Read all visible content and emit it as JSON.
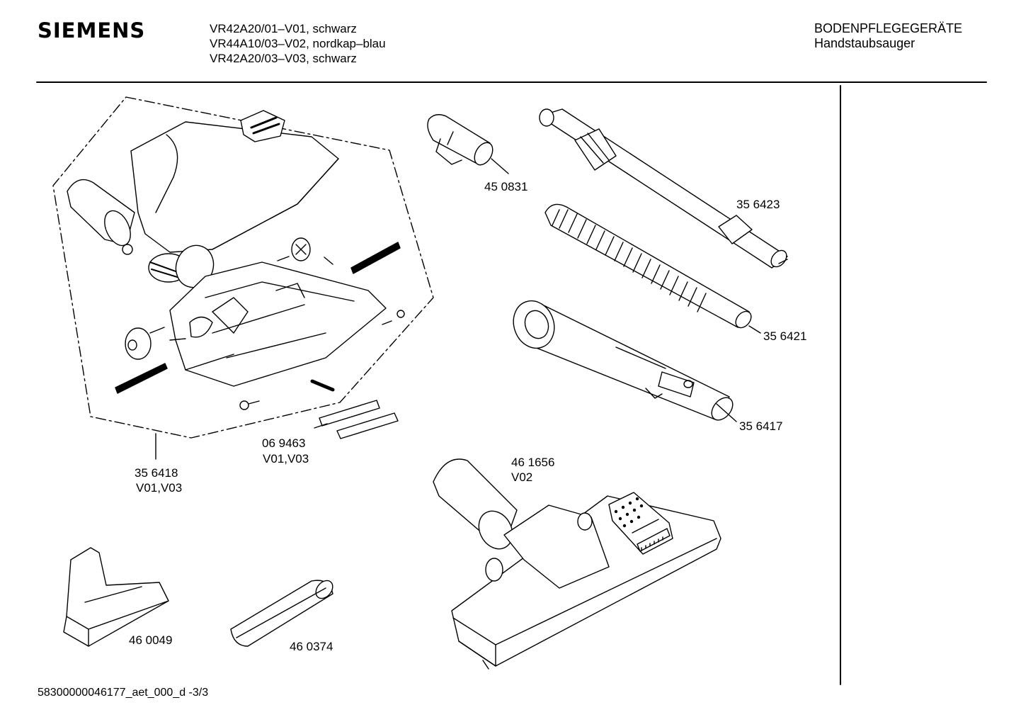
{
  "header": {
    "brand": "SIEMENS",
    "models": [
      "VR42A20/01–V01, schwarz",
      "VR44A10/03–V02, nordkap–blau",
      "VR42A20/03–V03, schwarz"
    ],
    "category": "BODENPFLEGEGERÄTE",
    "subcategory": "Handstaubsauger"
  },
  "parts": {
    "p450831": "45 0831",
    "p356423": "35 6423",
    "p356421": "35 6421",
    "p356417": "35 6417",
    "p356418": "35 6418",
    "p356418_variant": "V01,V03",
    "p069463": "06 9463",
    "p069463_variant": "V01,V03",
    "p461656": "46 1656",
    "p461656_variant": "V02",
    "p460049": "46 0049",
    "p460374": "46 0374"
  },
  "footer": {
    "doc_id": "58300000046177_aet_000_d  -3/3"
  }
}
